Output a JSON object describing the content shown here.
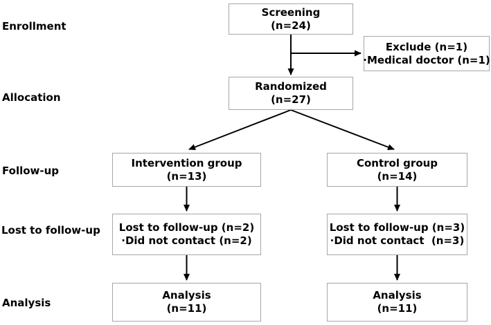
{
  "diagram": {
    "stage_labels": [
      "Enrollment",
      "Allocation",
      "Follow-up",
      "Lost to follow-up",
      "Analysis"
    ],
    "nodes": {
      "screening": {
        "line1": "Screening",
        "line2": "(n=24)"
      },
      "exclude": {
        "line1": "Exclude (n=1)",
        "line2": "·Medical doctor (n=1)"
      },
      "randomized": {
        "line1": "Randomized",
        "line2": "(n=27)"
      },
      "intervention_group": {
        "line1": "Intervention group",
        "line2": "(n=13)"
      },
      "control_group": {
        "line1": "Control group",
        "line2": "(n=14)"
      },
      "lost_intervention": {
        "line1": "Lost to follow-up (n=2)",
        "line2": "·Did not contact (n=2)"
      },
      "lost_control": {
        "line1": "Lost to follow-up (n=3)",
        "line2": "·Did not contact  (n=3)"
      },
      "analysis_intervention": {
        "line1": "Analysis",
        "line2": "(n=11)"
      },
      "analysis_control": {
        "line1": "Analysis",
        "line2": "(n=11)"
      }
    },
    "colors": {
      "background": "#ffffff",
      "box_border": "#a6a6a6",
      "box_fill": "#ffffff",
      "text": "#000000",
      "arrow": "#000000"
    }
  }
}
